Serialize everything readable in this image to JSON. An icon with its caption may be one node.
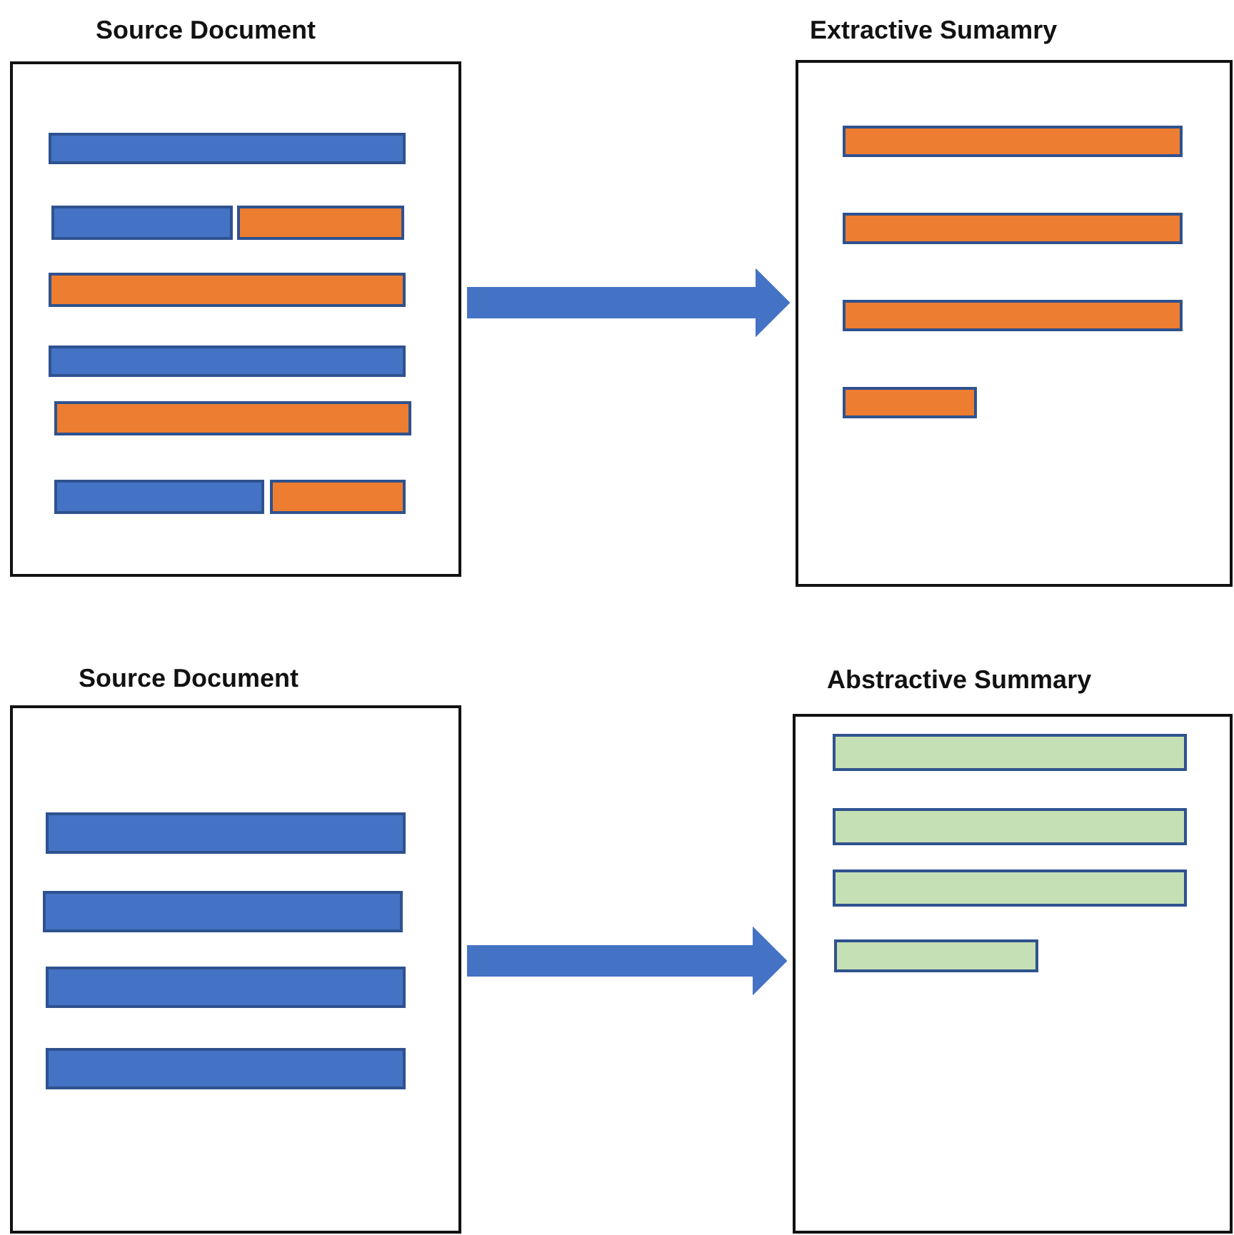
{
  "diagram": {
    "nodes": [
      {
        "text": [
          "Source Document"
        ]
      },
      {
        "text": [
          "Extractive Sumamry"
        ]
      },
      {
        "text": [
          "Source Document"
        ]
      },
      {
        "text": [
          "Abstractive Summary"
        ]
      }
    ],
    "edges": [
      {
        "from": 0,
        "to": 1,
        "arrow": "to"
      },
      {
        "from": 2,
        "to": 3,
        "arrow": "to"
      }
    ]
  }
}
